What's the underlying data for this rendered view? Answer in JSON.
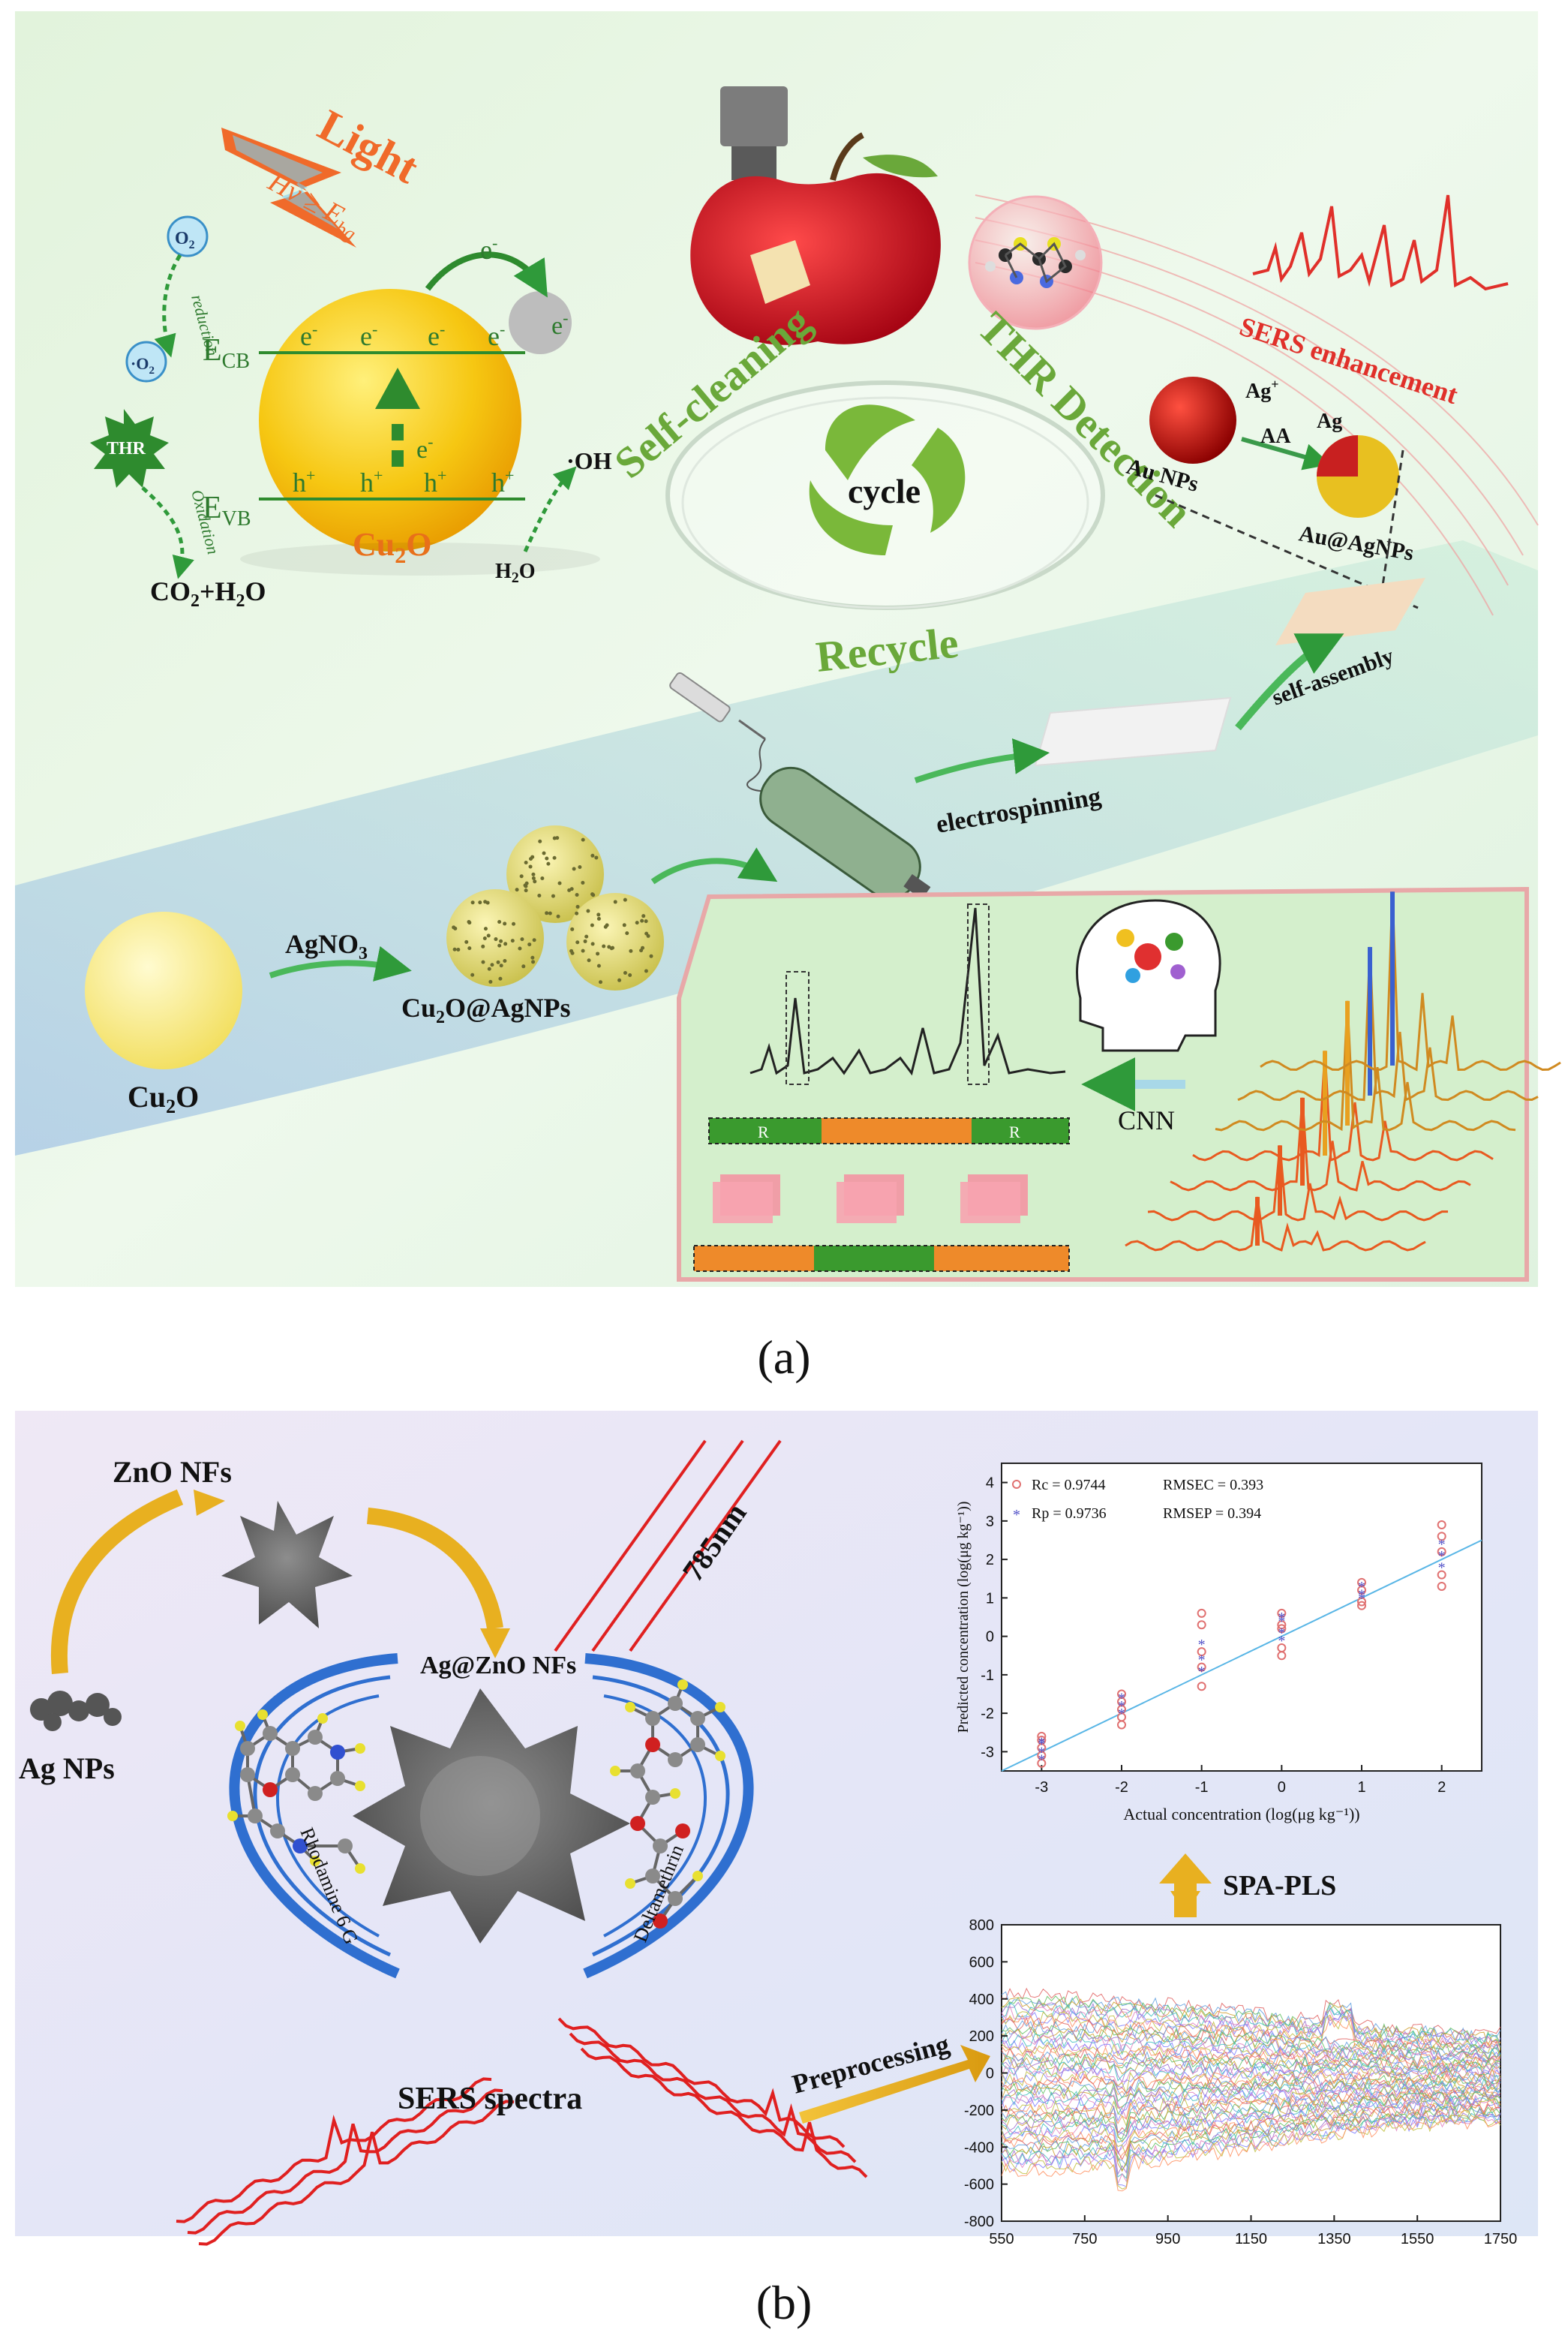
{
  "panel_a": {
    "light_label": "Light",
    "hv_label": "Hv ≥ E",
    "hv_sub": "bg",
    "o2_label": "O",
    "o2_sub": "2",
    "o2_radical_label": "·O",
    "o2_radical_sub": "2",
    "reduction_label": "reduction",
    "oxidation_label": "Oxidation",
    "thr_label": "THR",
    "ecb_label": "E",
    "ecb_sub": "CB",
    "evb_label": "E",
    "evb_sub": "VB",
    "electron": "e",
    "hole": "h",
    "cu2o_sphere_label": "Cu",
    "cu2o_sphere_sub": "2",
    "cu2o_sphere_tail": "O",
    "co2_label": "CO",
    "co2_sub": "2",
    "co2_tail": "+H",
    "co2_sub2": "2",
    "co2_tail2": "O",
    "h2o_label": "H",
    "h2o_sub": "2",
    "h2o_tail": "O",
    "oh_label": "·OH",
    "self_cleaning": "Self-cleaning",
    "thr_detection": "THR Detection",
    "cycle": "cycle",
    "recycle": "Recycle",
    "sers_enhancement": "SERS enhancement",
    "ag_plus": "Ag",
    "ag_plus_sup": "+",
    "aa": "AA",
    "ag": "Ag",
    "au_nps": "Au NPs",
    "au_agnps": "Au@AgNPs",
    "self_assembly": "self-assembly",
    "electrospinning": "electrospinning",
    "agno3": "AgNO",
    "agno3_sub": "3",
    "cu2o_agnps": "Cu",
    "cu2o_agnps_sub": "2",
    "cu2o_agnps_tail": "O@AgNPs",
    "cu2o_bottom": "Cu",
    "cu2o_bottom_sub": "2",
    "cu2o_bottom_tail": "O",
    "cnn": "CNN",
    "r_label": "R",
    "caption": "(a)"
  },
  "panel_b": {
    "zno_nfs": "ZnO NFs",
    "ag_nps": "Ag NPs",
    "ag_zno_nfs": "Ag@ZnO NFs",
    "laser": "785nm",
    "rhodamine": "Rhodamine 6 G",
    "deltamethrin": "Deltamethrin",
    "sers_spectra": "SERS spectra",
    "preprocessing": "Preprocessing",
    "spa_pls": "SPA-PLS",
    "caption": "(b)"
  },
  "colors": {
    "band_green": "#3a9a2e",
    "sphere_yellow": "#f5c518",
    "sers_red": "#e0302a",
    "arrow_blue": "#2f6fd0",
    "arrow_gold": "#e8b020"
  },
  "chart_data": [
    {
      "type": "scatter",
      "xlabel": "Actual concentration (log(μg kg⁻¹))",
      "ylabel": "Predicted concentration (log(μg kg⁻¹))",
      "x_ticks": [
        "-3",
        "-2",
        "-1",
        "0",
        "1",
        "2"
      ],
      "y_ticks": [
        "-3",
        "-2",
        "-1",
        "0",
        "1",
        "2",
        "3",
        "4"
      ],
      "xlim": [
        -3.5,
        2.5
      ],
      "ylim": [
        -3.5,
        4.5
      ],
      "legend": [
        {
          "name": "Rc = 0.9744",
          "stat": "RMSEC = 0.393",
          "color": "#e07070",
          "marker": "o"
        },
        {
          "name": "Rp = 0.9736",
          "stat": "RMSEP = 0.394",
          "color": "#5050c8",
          "marker": "*"
        }
      ],
      "fit_line": [
        [
          -3.5,
          -3.5
        ],
        [
          2.5,
          2.5
        ]
      ],
      "series": [
        {
          "name": "Rc = 0.9744",
          "points": [
            [
              -3,
              -2.7
            ],
            [
              -3,
              -3.1
            ],
            [
              -3,
              -2.9
            ],
            [
              -3,
              -3.3
            ],
            [
              -3,
              -2.6
            ],
            [
              -2,
              -1.7
            ],
            [
              -2,
              -2.1
            ],
            [
              -2,
              -2.3
            ],
            [
              -2,
              -1.9
            ],
            [
              -2,
              -1.5
            ],
            [
              -1,
              -0.4
            ],
            [
              -1,
              0.3
            ],
            [
              -1,
              -0.8
            ],
            [
              -1,
              -1.3
            ],
            [
              -1,
              0.6
            ],
            [
              0,
              0.3
            ],
            [
              0,
              -0.3
            ],
            [
              0,
              0.6
            ],
            [
              0,
              -0.5
            ],
            [
              0,
              0.2
            ],
            [
              1,
              1.2
            ],
            [
              1,
              0.8
            ],
            [
              1,
              1.4
            ],
            [
              1,
              0.9
            ],
            [
              2,
              2.6
            ],
            [
              2,
              1.3
            ],
            [
              2,
              2.2
            ],
            [
              2,
              1.6
            ],
            [
              2,
              2.9
            ]
          ]
        },
        {
          "name": "Rp = 0.9736",
          "points": [
            [
              -3,
              -2.8
            ],
            [
              -3,
              -3.0
            ],
            [
              -3,
              -2.75
            ],
            [
              -3,
              -3.2
            ],
            [
              -2,
              -1.8
            ],
            [
              -2,
              -2.0
            ],
            [
              -2,
              -1.6
            ],
            [
              -1,
              -0.6
            ],
            [
              -1,
              -0.9
            ],
            [
              -1,
              -0.2
            ],
            [
              0,
              0.1
            ],
            [
              0,
              0.5
            ],
            [
              0,
              -0.1
            ],
            [
              0,
              0.4
            ],
            [
              1,
              1.0
            ],
            [
              1,
              1.3
            ],
            [
              1,
              1.1
            ],
            [
              2,
              2.1
            ],
            [
              2,
              2.4
            ],
            [
              2,
              1.8
            ]
          ]
        }
      ]
    },
    {
      "type": "line",
      "x_ticks": [
        "550",
        "750",
        "950",
        "1150",
        "1350",
        "1550",
        "1750"
      ],
      "y_ticks": [
        "800",
        "600",
        "400",
        "200",
        "0",
        "-200",
        "-400",
        "-600",
        "-800"
      ],
      "xlim": [
        550,
        1750
      ],
      "ylim": [
        -800,
        800
      ],
      "series_count": 60
    }
  ]
}
